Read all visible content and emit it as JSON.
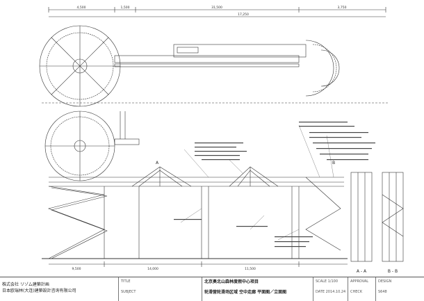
{
  "dims_top": [
    "4,500",
    "1,500",
    "31,500",
    "17,250",
    "3,750"
  ],
  "dims_mid": [
    "9,500",
    "14,000",
    "11,500"
  ],
  "view_labels": {
    "a": "A",
    "b": "B",
    "section_a": "A - A",
    "section_b": "B - B"
  },
  "title_block": {
    "company_jp": "株式会社 リゾム建築計画",
    "company_cn": "日本欧瑞林(大连)建築設計咨询有限公司",
    "title_label": "TITLE",
    "subject_label": "SUBJECT",
    "project": "北京奥北山森林度假中心项目",
    "drawing": "轮滑营轮滑场区域 空中走廊 平面图／立面图",
    "scale_label": "SCALE",
    "scale": "1/100",
    "date_label": "DATE",
    "date": "2014.10.24",
    "approval_label": "APPROVAL",
    "design_label": "DESIGN",
    "check_label": "CHECK",
    "sheet_no": "S648"
  }
}
